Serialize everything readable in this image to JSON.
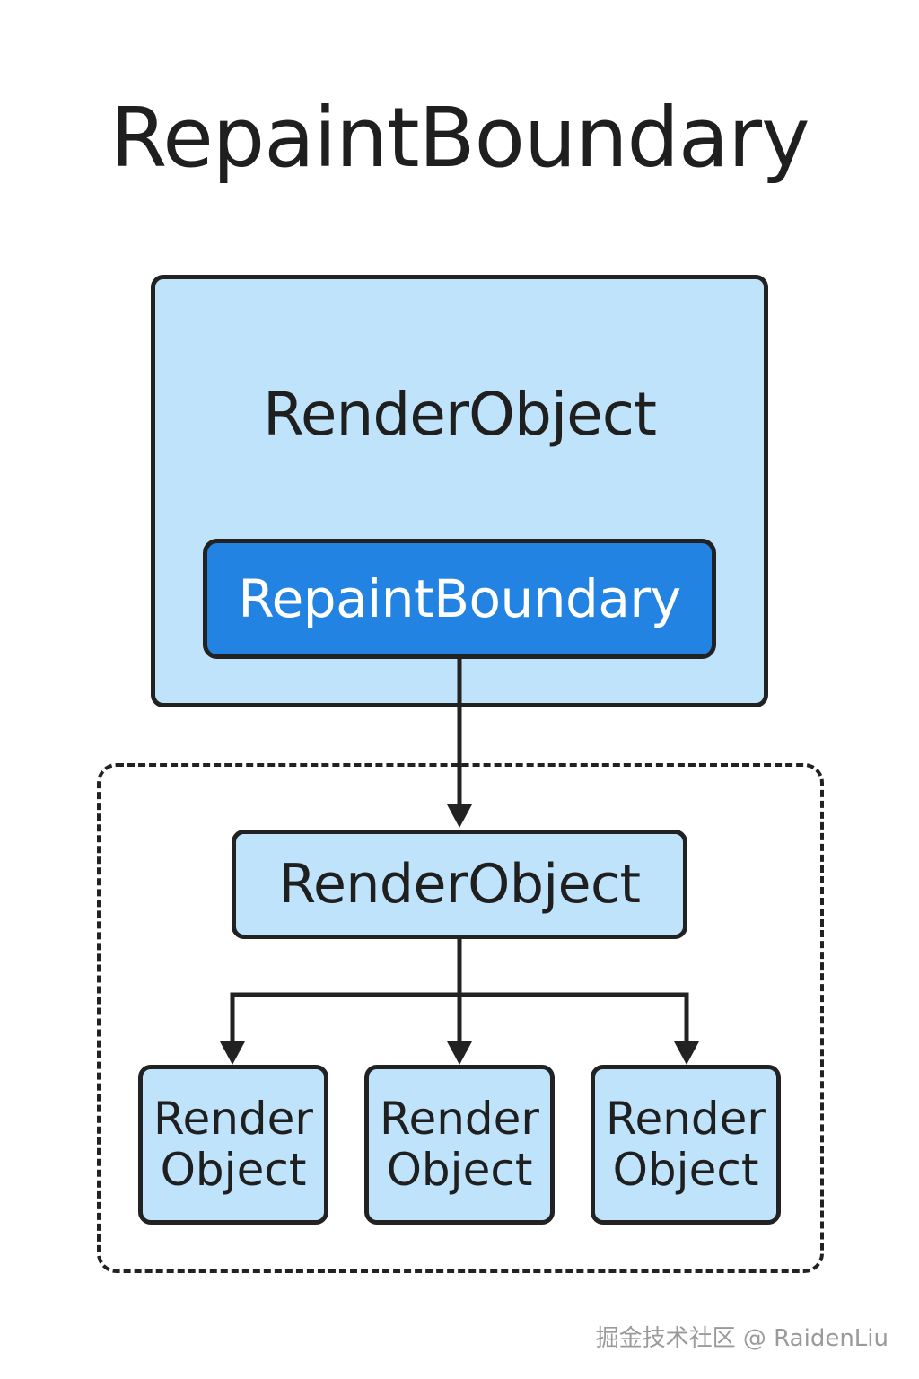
{
  "title": "RepaintBoundary",
  "outer": {
    "label": "RenderObject",
    "boundary_label": "RepaintBoundary"
  },
  "subtree": {
    "root_label": "RenderObject",
    "children": [
      {
        "line1": "Render",
        "line2": "Object"
      },
      {
        "line1": "Render",
        "line2": "Object"
      },
      {
        "line1": "Render",
        "line2": "Object"
      }
    ]
  },
  "watermark": "掘金技术社区 @ RaidenLiu",
  "colors": {
    "light_box": "#bfe3fb",
    "boundary_box": "#2383e2",
    "stroke": "#222222",
    "text": "#1f1f1f"
  }
}
